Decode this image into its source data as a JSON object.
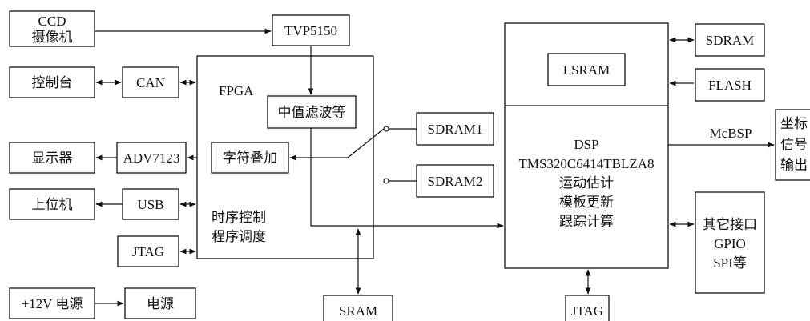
{
  "blocks": {
    "ccd": [
      "CCD",
      "摄像机"
    ],
    "tvp": "TVP5150",
    "console": "控制台",
    "can": "CAN",
    "fpga": "FPGA",
    "median": "中值滤波等",
    "display": "显示器",
    "adv": "ADV7123",
    "overlay": "字符叠加",
    "host": "上位机",
    "usb": "USB",
    "timing": [
      "时序控制",
      "程序调度"
    ],
    "jtag_fpga": "JTAG",
    "power_in": "+12V 电源",
    "power": "电源",
    "sram": "SRAM",
    "sdram1": "SDRAM1",
    "sdram2": "SDRAM2",
    "lsram": "LSRAM",
    "dsp": [
      "DSP",
      "TMS320C6414TBLZA8",
      "运动估计",
      "模板更新",
      "跟踪计算"
    ],
    "sdram": "SDRAM",
    "flash": "FLASH",
    "mcbsp": "McBSP",
    "coord": [
      "坐标",
      "信号",
      "输出"
    ],
    "other": [
      "其它接口",
      "GPIO",
      "SPI等"
    ],
    "jtag_dsp": "JTAG"
  }
}
